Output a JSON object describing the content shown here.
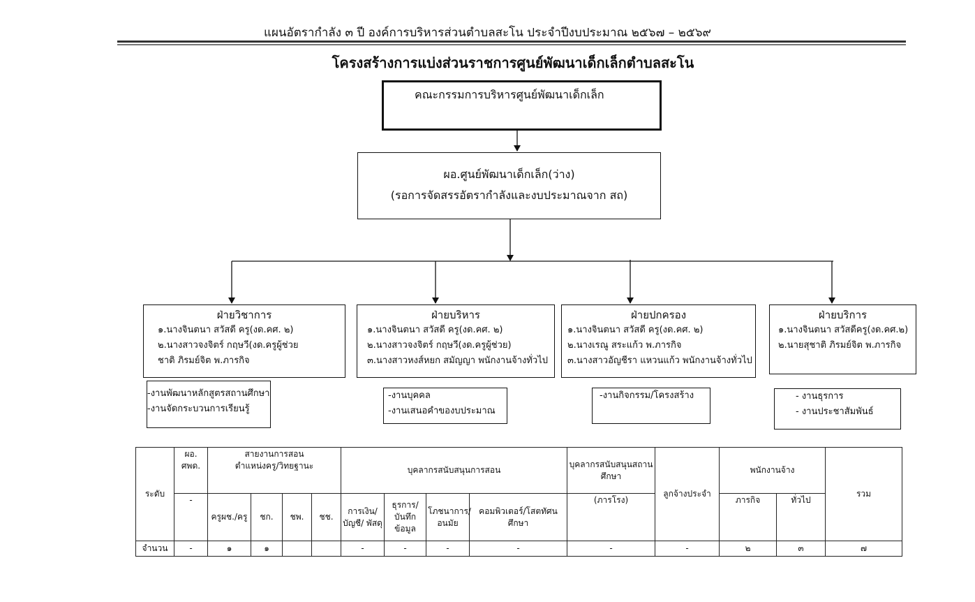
{
  "header": {
    "line": "แผนอัตรากำลัง ๓ ปี องค์การบริหารส่วนตำบลสะโน  ประจำปีงบประมาณ ๒๕๖๗ – ๒๕๖๙",
    "title": "โครงสร้างการแบ่งส่วนราชการศูนย์พัฒนาเด็กเล็กตำบลสะโน"
  },
  "org": {
    "committee": "คณะกรรมการบริหารศูนย์พัฒนาเด็กเล็ก",
    "director_line1": "ผอ.ศูนย์พัฒนาเด็กเล็ก(ว่าง)",
    "director_line2": "(รอการจัดสรรอัตรากำลังและงบประมาณจาก สถ)",
    "departments": [
      {
        "name": "ฝ่ายวิชาการ",
        "members": [
          "๑.นางจินตนา สวัสดี ครู(งด.คศ. ๒)",
          "๒.นางสาวจงจิตร์  กฤษวี(งด.ครูผู้ช่วย",
          "ชาติ  ภิรมย์จิต พ.ภารกิจ"
        ],
        "tasks": [
          "-งานพัฒนาหลักสูตรสถานศึกษา",
          "-งานจัดกระบวนการเรียนรู้"
        ]
      },
      {
        "name": "ฝ่ายบริหาร",
        "members": [
          "๑.นางจินตนา สวัสดี ครู(งด.คศ. ๒)",
          "๒.นางสาวจงจิตร์  กฤษวี(งด.ครูผู้ช่วย)",
          "๓.นางสาวหงส์หยก สมัญญา พนักงานจ้างทั่วไป"
        ],
        "tasks": [
          "-งานบุคคล",
          "-งานเสนอคำของบประมาณ"
        ]
      },
      {
        "name": "ฝ่ายปกครอง",
        "members": [
          "๑.นางจินตนา สวัสดี ครู(งด.คศ. ๒)",
          "๒.นางเรณู สระแก้ว พ.ภารกิจ",
          "๓.นางสาวอัญชีรา  แหวนแก้ว พนักงานจ้างทั่วไป"
        ],
        "tasks": [
          "-งานกิจกรรม/โครงสร้าง"
        ]
      },
      {
        "name": "ฝ่ายบริการ",
        "members": [
          "๑.นางจินตนา  สวัสดีครู(งด.คศ.๒)",
          "๒.นายสุชาติ  ภิรมย์จิต พ.ภารกิจ"
        ],
        "tasks": [
          "-  งานธุรการ",
          "-  งานประชาสัมพันธ์"
        ]
      }
    ]
  },
  "staff_table": {
    "level_label": "ระดับ",
    "count_label": "จำนวน",
    "h_director": "ผอ. ศพด.",
    "h_teaching_1": "สายงานการสอน",
    "h_teaching_2": "ตำแหน่งครู/วิทยฐานะ",
    "h_support": "บุคลากรสนับสนุนการสอน",
    "h_school_support": "บุคลากรสนับสนุนสถานศึกษา",
    "h_regular": "ลูกจ้างประจำ",
    "h_contract": "พนักงานจ้าง",
    "h_total": "รวม",
    "director_sub": "-",
    "teaching_cols": [
      "ครูผช./ครู",
      "ชก.",
      "ชพ.",
      "ชช."
    ],
    "support_cols": [
      "การเงิน/ บัญชี/ พัสดุ",
      "ธุรการ/ บันทึก ข้อมูล",
      "โภชนาการ/ อนมัย",
      "คอมพิวเตอร์/โสตทัศน ศึกษา"
    ],
    "school_support_sub": "(ภารโรง)",
    "contract_cols": [
      "ภารกิจ",
      "ทั่วไป"
    ],
    "counts": [
      "-",
      "๑",
      "๑",
      "",
      "",
      "-",
      "-",
      "-",
      "-",
      "-",
      "-",
      "๒",
      "๓",
      "๗"
    ]
  }
}
